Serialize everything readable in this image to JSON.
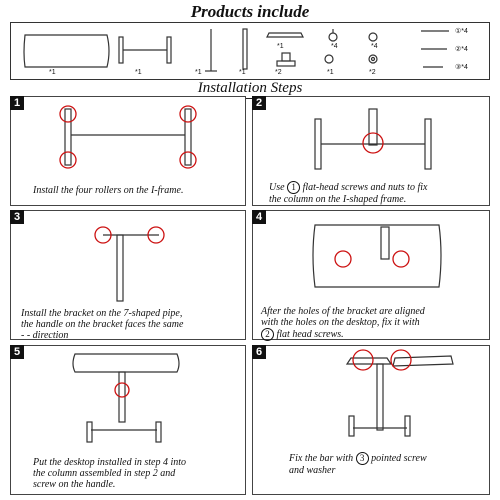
{
  "header": {
    "title": "Products include",
    "steps_title": "Installation Steps"
  },
  "parts": [
    {
      "name": "tabletop",
      "qty": "*1"
    },
    {
      "name": "i-frame",
      "qty": "*1"
    },
    {
      "name": "column",
      "qty": "*1"
    },
    {
      "name": "seven-pipe",
      "qty": "*1"
    },
    {
      "name": "bracket",
      "qty": "*1"
    },
    {
      "name": "handle",
      "qty": "*2"
    },
    {
      "name": "roller",
      "qty": "*4"
    },
    {
      "name": "knob",
      "qty": "*1"
    },
    {
      "name": "nut",
      "qty": "*4"
    },
    {
      "name": "washer",
      "qty": "*2"
    },
    {
      "name": "screw-1",
      "qty": "①*4"
    },
    {
      "name": "screw-2",
      "qty": "②*4"
    },
    {
      "name": "screw-3",
      "qty": "③*4"
    }
  ],
  "steps": [
    {
      "num": "1",
      "lines": [
        "Install the four rollers on the I-frame."
      ]
    },
    {
      "num": "2",
      "lines": [
        "Use",
        "flat-head screws and nuts to fix",
        "the column on the I-shaped frame."
      ],
      "circle": "1"
    },
    {
      "num": "3",
      "lines": [
        "Install the bracket on the 7-shaped pipe,",
        "the handle on the bracket faces the same",
        "- - direction"
      ]
    },
    {
      "num": "4",
      "lines": [
        "After the holes of the bracket are aligned",
        "with the holes on the desktop, fix it with",
        "flat head screws."
      ],
      "circle": "2"
    },
    {
      "num": "5",
      "lines": [
        "Put the desktop installed in step 4 into",
        "the column assembled in step 2 and",
        "screw on the handle."
      ]
    },
    {
      "num": "6",
      "lines": [
        "Fix the bar with",
        "pointed screw",
        "and washer"
      ],
      "circle": "3"
    }
  ],
  "colors": {
    "highlight": "#cc1111",
    "line": "#333333"
  }
}
